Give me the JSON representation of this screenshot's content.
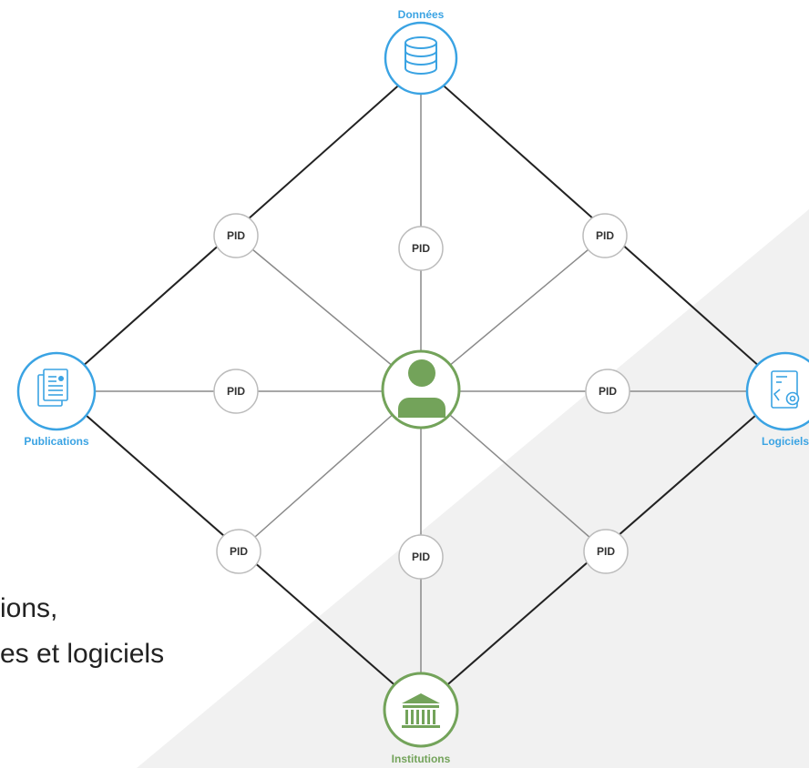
{
  "colors": {
    "blue": "#3aa3e3",
    "green": "#73a35a",
    "green_dark": "#5e8a48",
    "pid_border": "#bbbbbb",
    "line_outer": "#222222",
    "line_inner": "#8a8a8a",
    "background_shade": "#f1f1f1"
  },
  "nodes": {
    "top": {
      "label": "Données",
      "icon": "database-icon"
    },
    "left": {
      "label": "Publications",
      "icon": "document-icon"
    },
    "right": {
      "label": "Logiciels",
      "icon": "software-icon"
    },
    "bottom": {
      "label": "Institutions",
      "icon": "institution-icon"
    },
    "center": {
      "icon": "person-icon"
    }
  },
  "pid_label": "PID",
  "caption": {
    "line1": "ions,",
    "line2": "es et logiciels"
  }
}
